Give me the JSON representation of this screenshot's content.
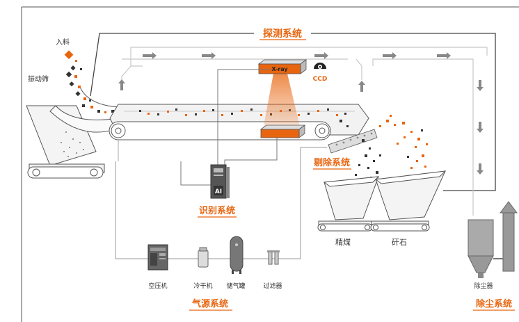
{
  "labels": {
    "detect_system": "探测系统",
    "feed_in": "入料",
    "vibrating_screen": "振动筛",
    "xray": "X-ray",
    "ccd": "CCD",
    "reject_system": "剔除系统",
    "recognition_system": "识别系统",
    "ai": "AI",
    "clean_coal": "精煤",
    "gangue": "矸石",
    "compressor": "空压机",
    "dryer": "冷干机",
    "air_tank": "储气罐",
    "filter": "过滤器",
    "air_source_system": "气源系统",
    "dust_collector": "除尘器",
    "dust_removal_system": "除尘系统"
  },
  "colors": {
    "accent": "#e8650f",
    "line": "#555555",
    "light_line": "#c8c8c8",
    "dark": "#333333",
    "gray_fill": "#d9d9d9"
  }
}
